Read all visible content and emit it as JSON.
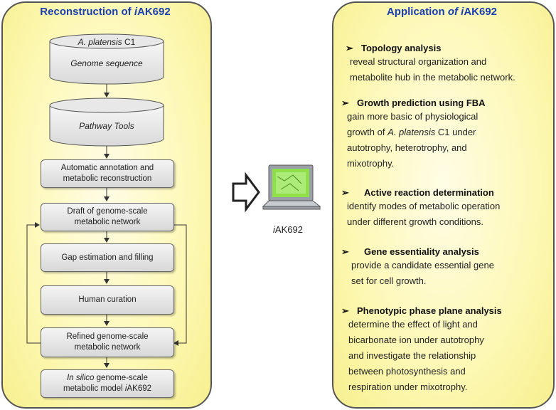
{
  "left": {
    "title_prefix": "Reconstruction of ",
    "title_italic": "i",
    "title_suffix": "AK692",
    "db1_line1_italic": "A. platensis",
    "db1_line1_rest": " C1",
    "db1_line2": "Genome sequence",
    "db2_label": "Pathway Tools",
    "steps": {
      "auto_l1": "Automatic annotation and",
      "auto_l2": "metabolic reconstruction",
      "draft_l1": "Draft of genome-scale",
      "draft_l2": "metabolic network",
      "gap": "Gap estimation and filling",
      "human": "Human curation",
      "refined_l1": "Refined genome-scale",
      "refined_l2": "metabolic network",
      "final_italic": "In silico",
      "final_rest": " genome-scale",
      "final_l2_prefix": "metabolic model ",
      "final_l2_italic": "i",
      "final_l2_suffix": "AK692"
    }
  },
  "center": {
    "label_italic": "i",
    "label_rest": "AK692"
  },
  "right": {
    "title_prefix": "Application ",
    "title_of": "of ",
    "title_italic": "i",
    "title_suffix": "AK692",
    "bullet": "➢",
    "items": [
      {
        "head": "Topology analysis",
        "l1": "reveal structural organization and",
        "l2": "metabolite hub in the metabolic network."
      },
      {
        "head": "Growth prediction using FBA",
        "l1": "gain more basic of physiological",
        "l2_prefix": "growth of ",
        "l2_italic": "A. platensis",
        "l2_suffix": " C1 under",
        "l3": "autotrophy, heterotrophy, and",
        "l4": "mixotrophy."
      },
      {
        "head": "Active reaction determination",
        "l1": "identify modes of metabolic operation",
        "l2": "under different growth conditions."
      },
      {
        "head": "Gene essentiality analysis",
        "l1": "provide a candidate essential gene",
        "l2": "set for cell growth."
      },
      {
        "head": "Phenotypic phase plane analysis",
        "l1": "determine the effect of light and",
        "l2": "bicarbonate ion under autotrophy",
        "l3": "and investigate the relationship",
        "l4": "between photosynthesis and",
        "l5": "respiration under mixotrophy."
      }
    ]
  }
}
